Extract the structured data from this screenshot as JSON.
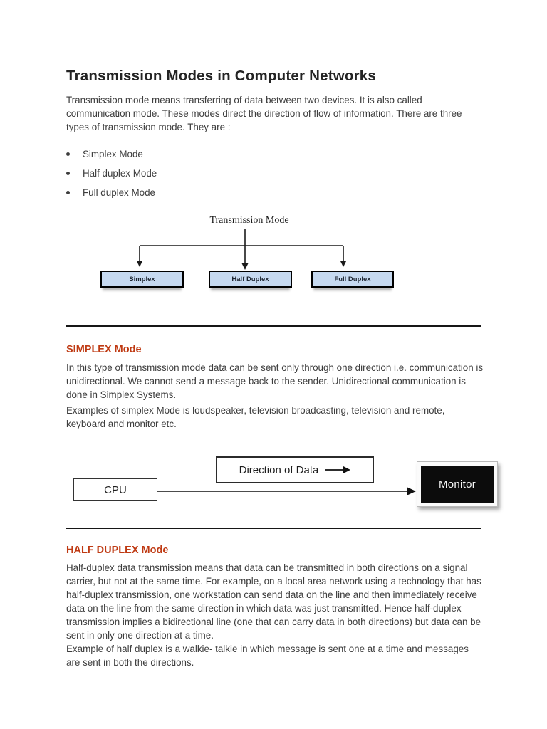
{
  "colors": {
    "heading_red": "#bf3a13",
    "tree_box_fill": "#c6d9f0",
    "page_background": "#ffffff"
  },
  "doc": {
    "title": "Transmission Modes in Computer Networks",
    "intro": "Transmission mode means transferring of data between two devices. It is also called communication mode. These modes direct the direction of flow of information. There are three types of transmission mode. They are :",
    "bullets": [
      "Simplex Mode",
      "Half duplex Mode",
      "Full duplex Mode"
    ]
  },
  "tree_diagram": {
    "root_label": "Transmission Mode",
    "boxes": [
      "Simplex",
      "Half Duplex",
      "Full Duplex"
    ]
  },
  "simplex_section": {
    "heading": "SIMPLEX Mode",
    "para1": "In this type of transmission mode data can be sent only through one direction i.e. communication is unidirectional. We cannot send a message back to the sender. Unidirectional communication is done in Simplex Systems.",
    "para2": "Examples of simplex Mode is loudspeaker, television broadcasting, television and remote, keyboard and monitor etc."
  },
  "simplex_diagram": {
    "direction_label": "Direction of Data",
    "cpu_label": "CPU",
    "monitor_label": "Monitor"
  },
  "half_duplex_section": {
    "heading": "HALF DUPLEX Mode",
    "para1": "Half-duplex data transmission means that data can be transmitted in both directions on a signal carrier, but not at the same time. For example, on a local area network using a technology that has half-duplex transmission, one workstation can send data on the line and then immediately receive data on the line from the same direction in which data was just transmitted. Hence half-duplex transmission implies a bidirectional line (one that can carry data in both directions) but data can be sent in only one direction at a time.",
    "para2": "Example of half duplex is a walkie- talkie in which message is sent one at a time and messages are sent in both the directions."
  }
}
